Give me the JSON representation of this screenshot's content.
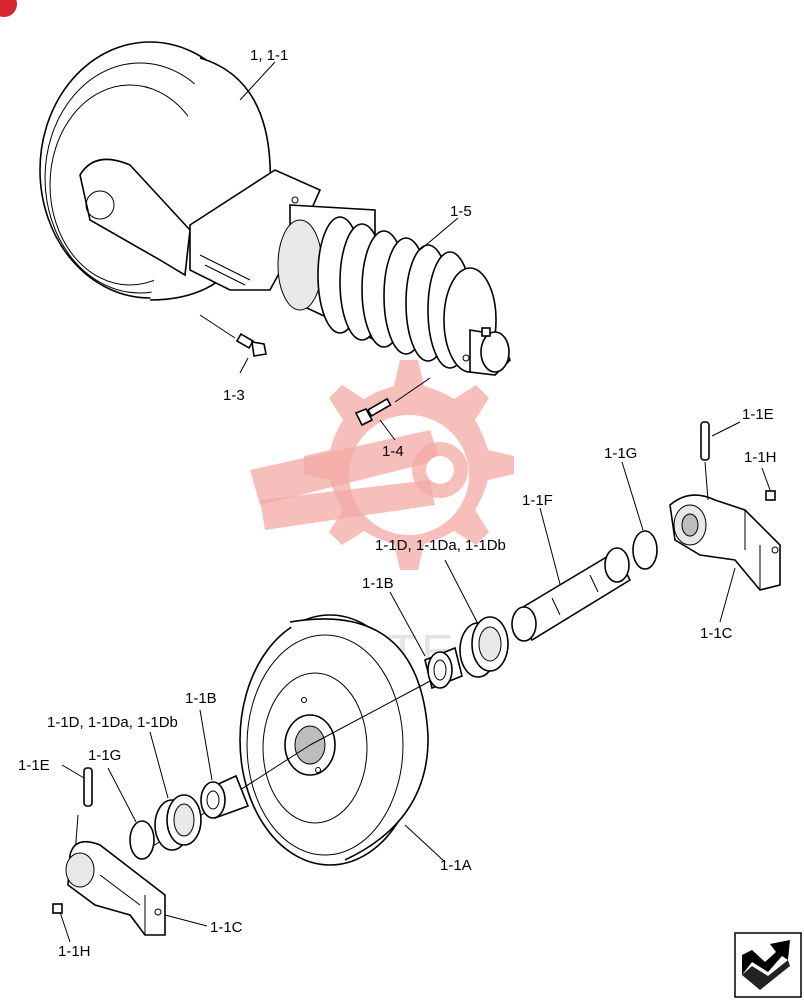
{
  "labels": {
    "assembly": "1, 1-1",
    "bellows": "1-5",
    "bolt_short": "1-3",
    "bolt_long": "1-4",
    "pin_top": "1-1E",
    "plug_top": "1-1H",
    "oring_top": "1-1G",
    "shaft": "1-1F",
    "seal_top": "1-1D, 1-1Da, 1-1Db",
    "bushing_top": "1-1B",
    "bracket_top": "1-1C",
    "bushing_bottom": "1-1B",
    "seal_bottom": "1-1D, 1-1Da, 1-1Db",
    "oring_bottom": "1-1G",
    "pin_bottom": "1-1E",
    "idler": "1-1A",
    "bracket_bottom": "1-1C",
    "plug_bottom": "1-1H"
  },
  "watermark_text": "WHTEQ",
  "colors": {
    "watermark": "#f3a9a4",
    "ink": "#000000",
    "badge": "#d9262e"
  }
}
